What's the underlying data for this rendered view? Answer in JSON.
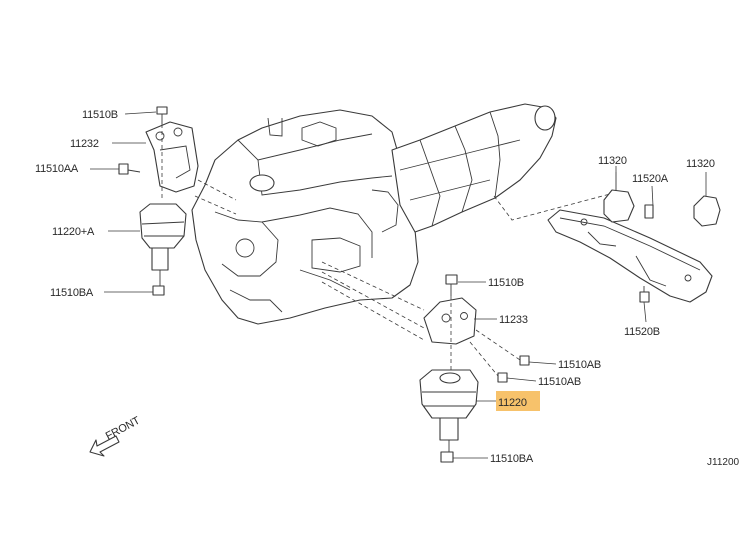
{
  "diagram": {
    "highlight_color": "#f7c26b",
    "labels": {
      "l_11510b_top": "11510B",
      "l_11232": "11232",
      "l_11510aa": "11510AA",
      "l_11220a": "11220+A",
      "l_11510ba_left": "11510BA",
      "l_11510b_right": "11510B",
      "l_11233": "11233",
      "l_11510ab_1": "11510AB",
      "l_11510ab_2": "11510AB",
      "l_11220": "11220",
      "l_11510ba_bottom": "11510BA",
      "l_11320_a": "11320",
      "l_11320_b": "11320",
      "l_11520a": "11520A",
      "l_11520b": "11520B",
      "front": "FRONT",
      "code": "J11200"
    }
  }
}
